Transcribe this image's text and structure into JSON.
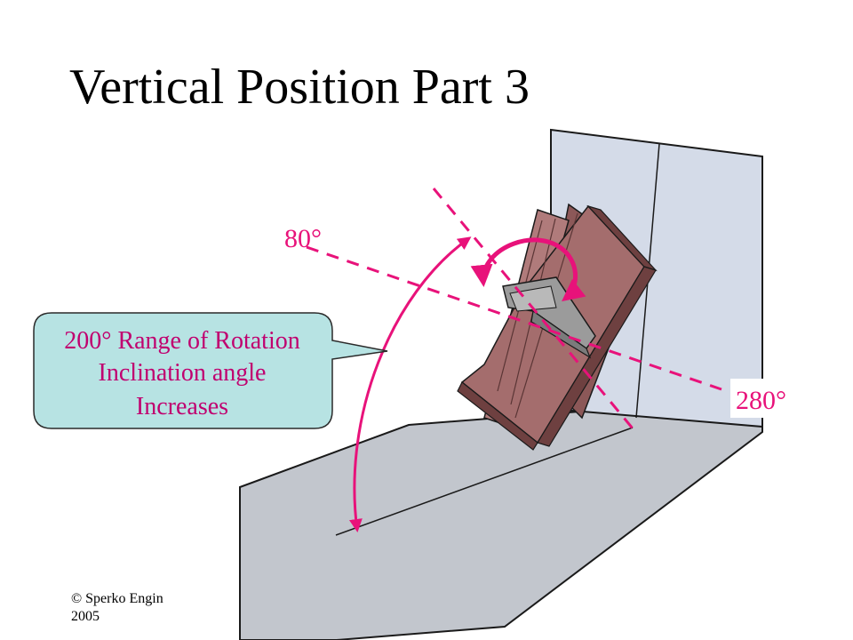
{
  "slide": {
    "title": "Vertical Position Part 3",
    "angle_upper": "80°",
    "angle_lower": "280°",
    "callout": {
      "line1": "200° Range of Rotation",
      "line2": "Inclination angle",
      "line3": "Increases"
    },
    "copyright": {
      "line1": "© Sperko Engin",
      "line2": "2005"
    }
  },
  "colors": {
    "accent": "#e8127a",
    "callout_fill": "#b7e3e3",
    "wall": "#d4dbe8",
    "floor": "#c2c6cd",
    "plate": "#a46d6d"
  }
}
